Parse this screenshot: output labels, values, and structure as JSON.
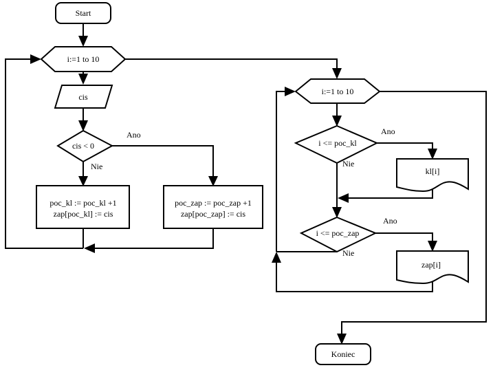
{
  "flowchart": {
    "start": "Start",
    "end": "Koniec",
    "loop1": "i:=1 to 10",
    "input": "cis",
    "decision1": "cis < 0",
    "yes": "Ano",
    "no": "Nie",
    "process_left": [
      "poc_kl := poc_kl +1",
      "zap[poc_kl] := cis"
    ],
    "process_right": [
      "poc_zap := poc_zap +1",
      "zap[poc_zap] := cis"
    ],
    "loop2": "i:=1 to 10",
    "decision2": "i <= poc_kl",
    "output1": "kl[i]",
    "decision3": "i <= poc_zap",
    "output2": "zap[i]"
  }
}
